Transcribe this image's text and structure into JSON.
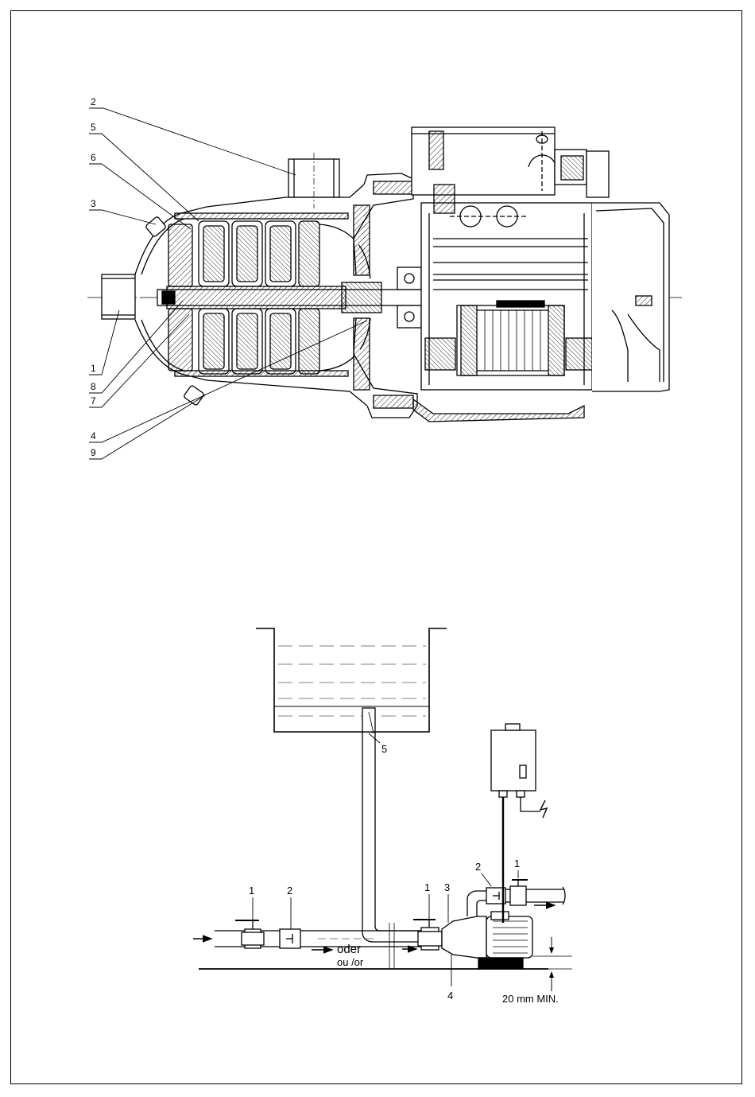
{
  "pump_section": {
    "labels": [
      "2",
      "5",
      "6",
      "3",
      "1",
      "8",
      "7",
      "4",
      "9"
    ]
  },
  "installation": {
    "labels": {
      "tank_outlet": "5",
      "valve_left": "1",
      "check_left": "2",
      "valve_mid": "1",
      "pump": "3",
      "base": "4",
      "check_right": "2",
      "valve_right": "1"
    },
    "flow_text": "oder",
    "flow_text_sub": "ou /or",
    "clearance": "20 mm MIN."
  }
}
